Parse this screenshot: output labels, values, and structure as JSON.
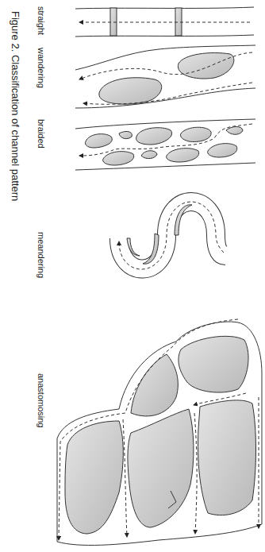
{
  "diagram": {
    "caption": "Figure 2. Classification of channel pattern",
    "labels": [
      "straight",
      "wandering",
      "braided",
      "meandering",
      "anastomosing"
    ]
  }
}
